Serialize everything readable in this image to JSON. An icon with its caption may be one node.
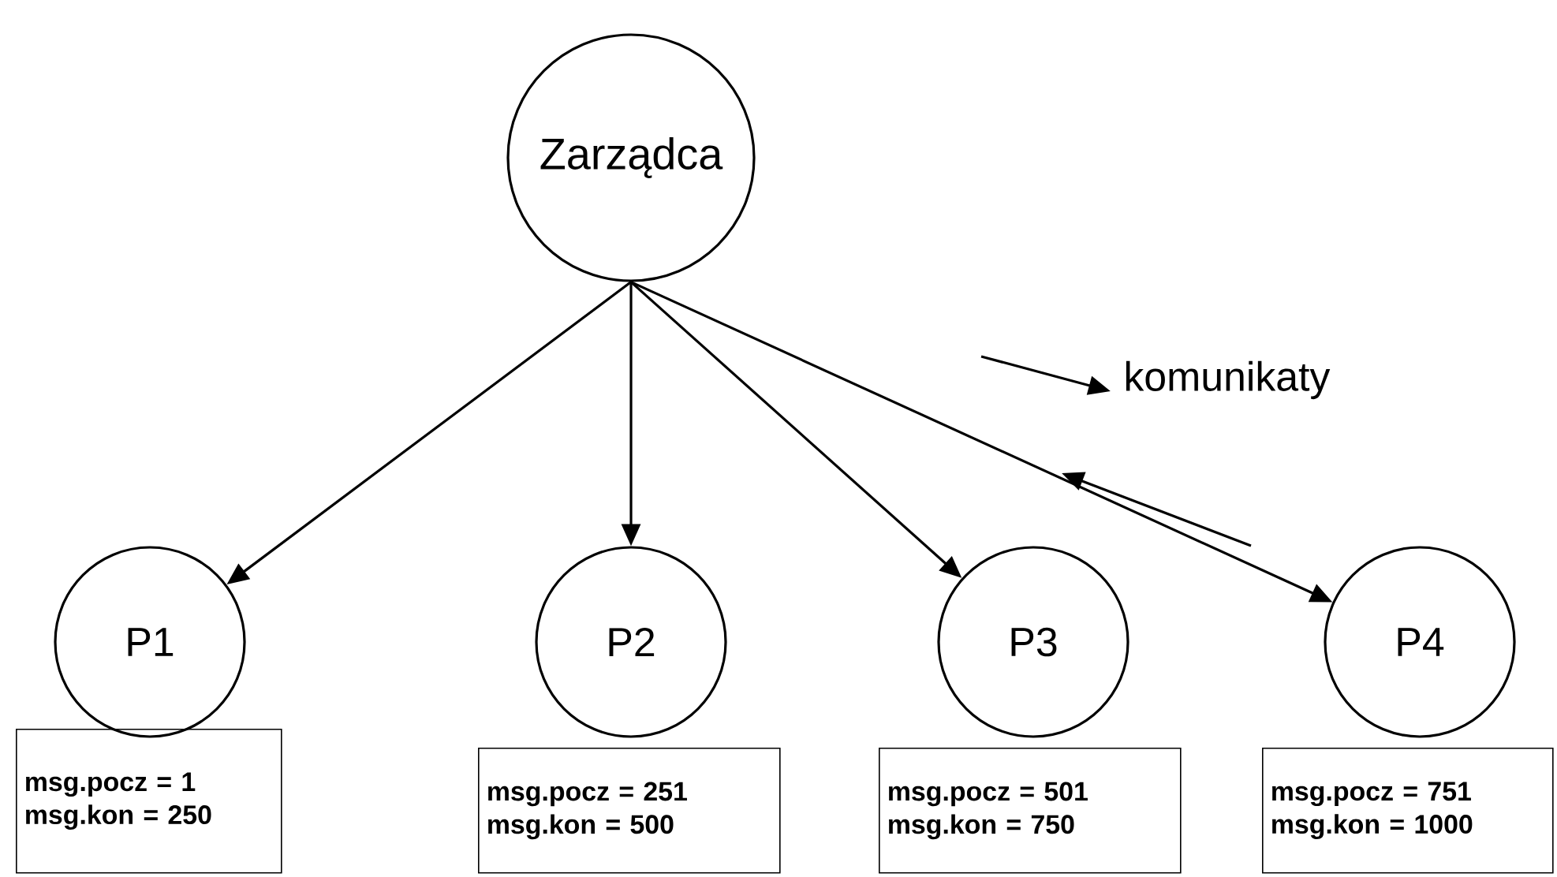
{
  "diagram": {
    "nodes": [
      {
        "text": [
          "Zarządca"
        ]
      },
      {
        "text": [
          "P1"
        ]
      },
      {
        "text": [
          "P2"
        ]
      },
      {
        "text": [
          "P3"
        ]
      },
      {
        "text": [
          "P4"
        ]
      },
      {
        "text": [
          "msg.pocz = 1",
          "msg.kon = 250"
        ]
      },
      {
        "text": [
          "msg.pocz = 251",
          "msg.kon = 500"
        ]
      },
      {
        "text": [
          "msg.pocz = 501",
          "msg.kon = 750"
        ]
      },
      {
        "text": [
          "msg.pocz = 751",
          "msg.kon = 1000"
        ]
      }
    ],
    "edges": [
      {
        "from": 0,
        "to": 1,
        "arrow": "to"
      },
      {
        "from": 0,
        "to": 2,
        "arrow": "to"
      },
      {
        "from": 0,
        "to": 3,
        "arrow": "to"
      },
      {
        "from": 0,
        "to": 4,
        "arrow": "to"
      }
    ],
    "labels": [
      "komunikaty"
    ]
  }
}
